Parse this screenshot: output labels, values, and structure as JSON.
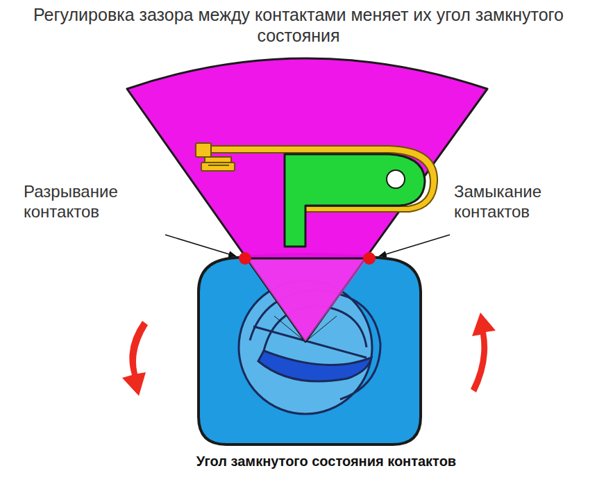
{
  "diagram": {
    "title": "Регулировка зазора между контактами меняет их угол замкнутого состояния",
    "caption": "Угол замкнутого состояния контактов",
    "labels": [
      "Разрывание контактов",
      "Замыкание контактов"
    ]
  }
}
